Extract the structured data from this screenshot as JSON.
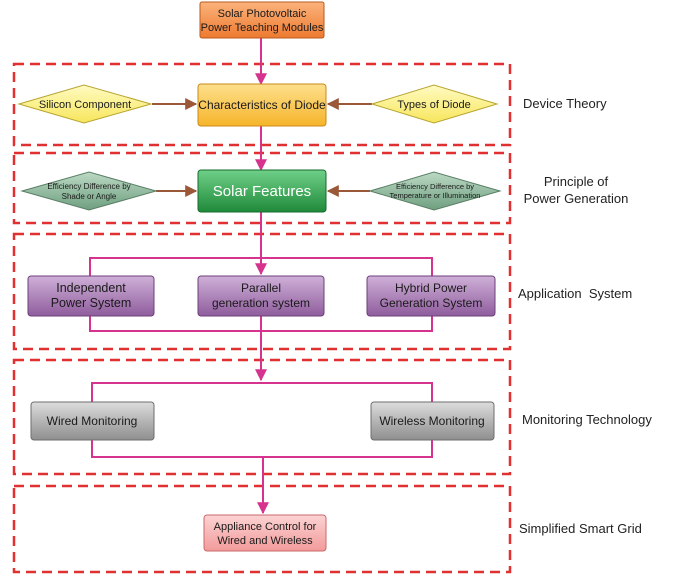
{
  "colors": {
    "dashed_frame": "#e03030",
    "connector_magenta": "#d6338f",
    "connector_brown": "#9a5838",
    "top_box": "#f4904a",
    "diode_box": "#fbc84a",
    "diamond_yellow": "#fff38a",
    "solar_box": "#2e9e4a",
    "diamond_green": "#88b898",
    "purple_box": "#a57ab0",
    "grey_box": "#a9a9a9",
    "pink_box": "#f7b2b2"
  },
  "top": {
    "line1": "Solar Photovoltaic",
    "line2": "Power Teaching Modules"
  },
  "sections": {
    "device": {
      "label": "Device Theory",
      "left": "Silicon Component",
      "center": "Characteristics of Diode",
      "right": "Types of Diode"
    },
    "principle": {
      "label1": "Principle of",
      "label2": "Power Generation",
      "left1": "Efficiency Difference by",
      "left2": "Shade or Angle",
      "center": "Solar Features",
      "right1": "Efficiency Difference by",
      "right2": "Temperature or Illumination"
    },
    "application": {
      "label": "Application  System",
      "b1_1": "Independent",
      "b1_2": "Power System",
      "b2_1": "Parallel",
      "b2_2": "generation system",
      "b3_1": "Hybrid Power",
      "b3_2": "Generation System"
    },
    "monitoring": {
      "label": "Monitoring Technology",
      "left": "Wired Monitoring",
      "right": "Wireless Monitoring"
    },
    "smartgrid": {
      "label": "Simplified Smart Grid",
      "line1": "Appliance Control for",
      "line2": "Wired and Wireless"
    }
  },
  "icons": [
    "arrow-down-icon",
    "arrow-right-icon",
    "arrow-left-icon"
  ]
}
